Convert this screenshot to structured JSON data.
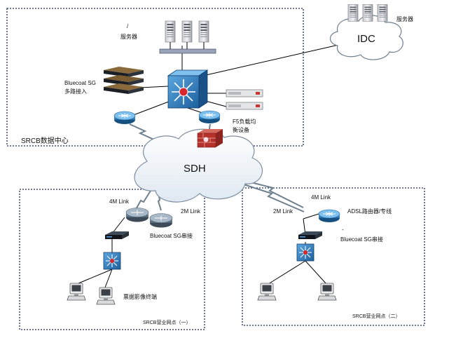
{
  "datacenter": {
    "label": "SRCB数据中心",
    "servers_mark": "/",
    "servers_label": "服务器",
    "bluecoat_label_1": "Bluecoat SG",
    "bluecoat_label_2": "多路接入",
    "f5_label_1": "F5负载均",
    "f5_label_2": "衡设备"
  },
  "idc": {
    "label": "IDC",
    "servers_label": "服务器"
  },
  "cloud": {
    "label": "SDH"
  },
  "branch1": {
    "label": "SRCB营业网点（一）",
    "link_4m": "4M Link",
    "link_2m": "2M Link",
    "bluecoat_label": "Bluecoat SG串接",
    "terminal_label": "票据影像终端"
  },
  "branch2": {
    "label": "SRCB营业网点（二）",
    "link_4m": "4M Link",
    "link_2m": "2M Link",
    "router_label": "ADSL路由器/专线",
    "dash_mark": "-",
    "bluecoat_label": "Bluecoat SG串接"
  },
  "colors": {
    "zone_border": "#1a2a5a",
    "router_blue": "#3a8fd0",
    "switch_blue": "#2f7fc4",
    "cloud_fill": "#eef3f8",
    "firewall_red": "#b5322c"
  }
}
